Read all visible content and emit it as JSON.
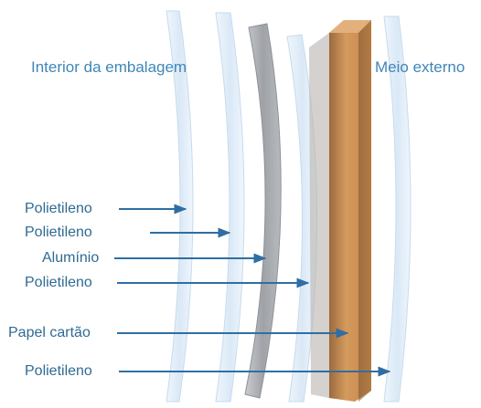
{
  "side_labels": {
    "inside": "Interior da embalagem",
    "outside": "Meio externo"
  },
  "layers": [
    {
      "name": "Polietileno"
    },
    {
      "name": "Polietileno"
    },
    {
      "name": "Alumínio"
    },
    {
      "name": "Polietileno"
    },
    {
      "name": "Papel cartão"
    },
    {
      "name": "Polietileno"
    }
  ],
  "colors": {
    "text": "#2f6a93",
    "arrow": "#2f6ea3",
    "polyethylene": "#dcebf8",
    "aluminum": "#9c9ea3",
    "cardboard": "#c98a4d"
  }
}
